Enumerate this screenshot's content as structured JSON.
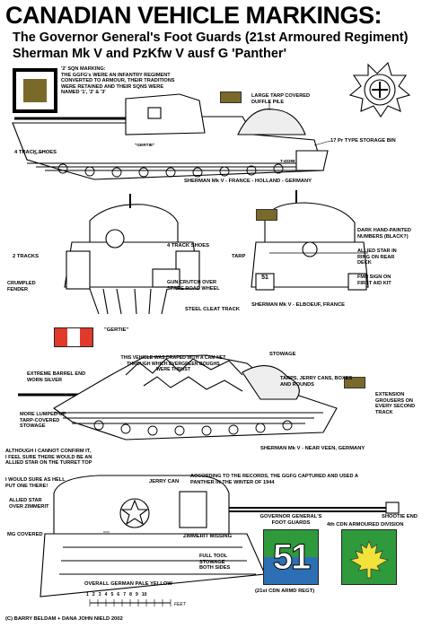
{
  "header": {
    "title": "CANADIAN VEHICLE MARKINGS:",
    "subtitle1": "The Governor General's Foot Guards (21st Armoured Regiment)",
    "subtitle2": "Sherman Mk V and PzKfw V ausf G 'Panther'"
  },
  "colors": {
    "olive": "#7a6a2a",
    "flag_red": "#e23a2a",
    "div_blue": "#2d6fb4",
    "div_green": "#2f9a3c",
    "leaf_yellow": "#f3e23a"
  },
  "section1": {
    "sqn_note": "'2' SQN MARKING:\nTHE GGFG's WERE AN INFANTRY REGIMENT\nCONVERTED TO ARMOUR, THEIR TRADITIONS\nWERE RETAINED AND THEIR SQNS WERE\nNAMED '1', '2' & '3'",
    "tarp": "LARGE TARP COVERED\nDUFFLE PILE",
    "storage_bin": "17 Pr TYPE STORAGE BIN",
    "track_shoes": "4 TRACK SHOES",
    "hull_name": "\"GERTIE\"",
    "serial": "T-40398",
    "caption": "SHERMAN Mk V - FRANCE - HOLLAND - GERMANY"
  },
  "section2": {
    "two_tracks": "2 TRACKS",
    "four_track_shoes": "4 TRACK SHOES",
    "crumpled": "CRUMPLED\nFENDER",
    "gun_crutch": "GUN CRUTCH OVER\nSPARE ROAD WHEEL",
    "cleat": "STEEL CLEAT TRACK",
    "gertie": "\"GERTIE\"",
    "tarp": "TARP",
    "dark_numbers": "DARK HAND-PAINTED\nNUMBERS (BLACK?)",
    "allied_star": "ALLIED STAR IN\nRING ON REAR\nDECK",
    "fmn": "FMN SIGN ON\nFIRST AID KIT",
    "caption": "SHERMAN Mk V - ELBOEUF, FRANCE",
    "rear_number": "51"
  },
  "section3": {
    "draped": "THIS VEHICLE WAS DRAPED WITH A CAM NET\nTHROUGH WHICH EVERGREEN BOUGHS\nWERE THRUST",
    "stowage": "STOWAGE",
    "barrel_end": "EXTREME BARREL END\nWORN SILVER",
    "tarps": "TARPS, JERRY CANS, BOXES\nAND ROUNDS",
    "extension": "EXTENSION\nGROUSERS ON\nEVERY SECOND\nTRACK",
    "lumped": "MORE LUMPED-UP\nTARP-COVERED\nSTOWAGE",
    "caption": "SHERMAN Mk V - NEAR VEEN, GERMANY"
  },
  "section4": {
    "cannot_confirm": "ALTHOUGH I CANNOT CONFIRM IT,\nI FEEL SURE THERE WOULD BE AN\nALLIED STAR ON THE TURRET TOP",
    "as_hell": "I WOULD SURE AS HELL\nPUT ONE THERE!",
    "jerry_can": "JERRY CAN",
    "records": "ACCORDING TO THE RECORDS, THE GGFG CAPTURED AND USED A\nPANTHER IN THE WINTER OF 1944",
    "allied_star_over": "ALLIED STAR\nOVER ZIMMERIT",
    "mg_covered": "MG COVERED",
    "zimmerit_missing": "ZIMMERIT MISSING",
    "full_tool": "FULL TOOL\nSTOWAGE\nBOTH SIDES",
    "shootie_end": "SHOOTIE END",
    "pale_yellow": "OVERALL GERMAN PALE YELLOW",
    "scale_label": "FEET",
    "scale_ticks": [
      "1",
      "2",
      "3",
      "4",
      "5",
      "6",
      "7",
      "8",
      "9",
      "10"
    ]
  },
  "insignia": {
    "ggfg_title": "GOVERNOR GENERAL'S\nFOOT GUARDS",
    "ggfg_number": "51",
    "ggfg_sub": "(21st CDN ARMD REGT)",
    "division": "4th CDN ARMOURED DIVISION"
  },
  "credit": "(C) BARRY BELDAM + DANA JOHN NIELD 2002"
}
